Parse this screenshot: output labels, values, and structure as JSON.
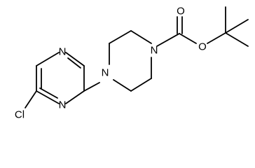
{
  "molecule": {
    "atoms": {
      "ring_n_top": "N",
      "ring_n_bottom": "N",
      "chlorine": "Cl",
      "piperazine_n_left": "N",
      "piperazine_n_right": "N",
      "carbonyl_o": "O",
      "ester_o": "O"
    }
  }
}
